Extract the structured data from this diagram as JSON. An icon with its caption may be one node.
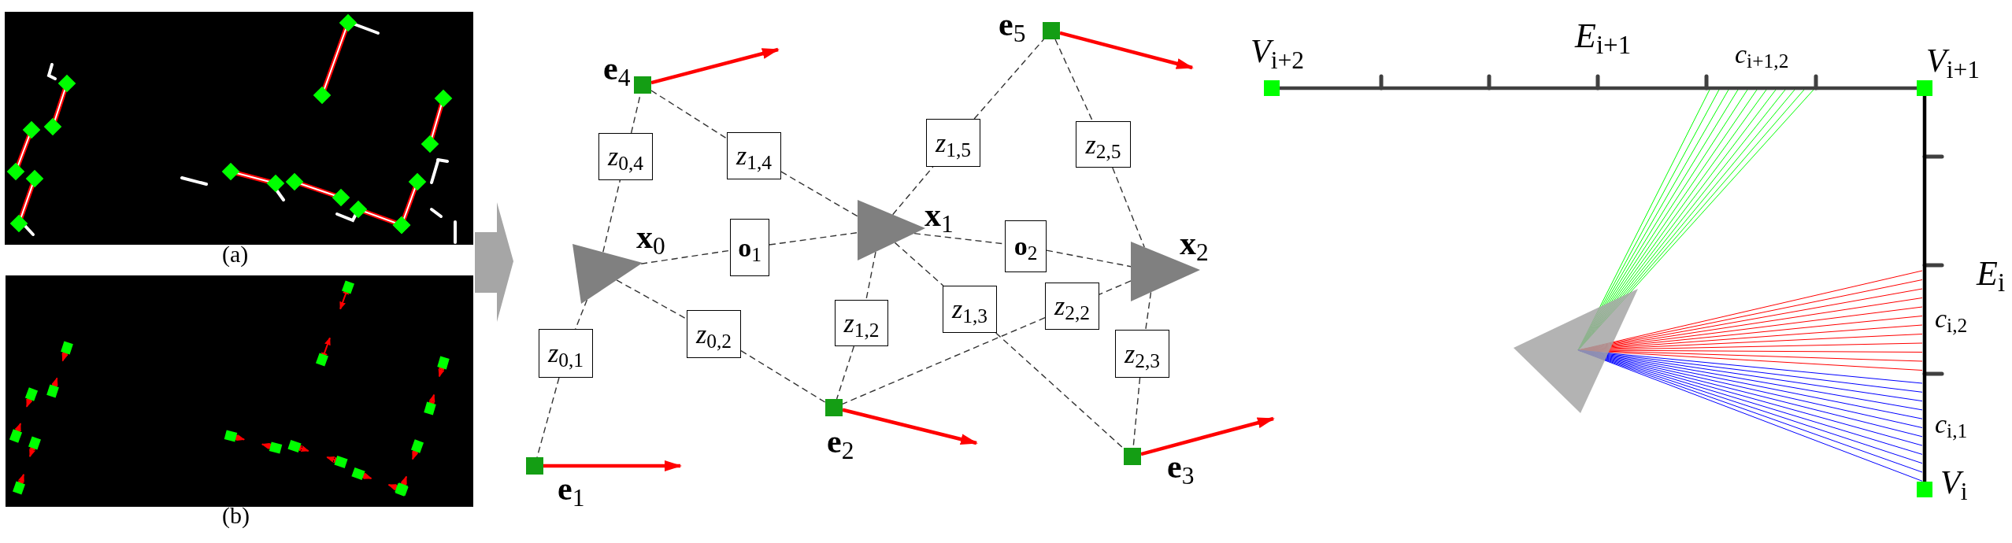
{
  "diagram": {
    "nodes": [
      {
        "text": [],
        "shape": "box",
        "beside": [
          "**e**$_{4}$"
        ]
      },
      {
        "text": [],
        "shape": "box",
        "beside": [
          "**e**$_{5}$"
        ]
      },
      {
        "text": [
          "*z*$_{0,4}$"
        ]
      },
      {
        "text": [
          "*z*$_{1,4}$"
        ]
      },
      {
        "text": [
          "*z*$_{1,5}$"
        ]
      },
      {
        "text": [
          "*z*$_{2,5}$"
        ]
      },
      {
        "text": [],
        "shape": "triangle",
        "beside": [
          "**x**$_{0}$"
        ]
      },
      {
        "text": [
          "**o**$_{1}$"
        ]
      },
      {
        "text": [],
        "shape": "triangle",
        "beside": [
          "**x**$_{1}$"
        ]
      },
      {
        "text": [
          "**o**$_{2}$"
        ]
      },
      {
        "text": [],
        "shape": "triangle",
        "beside": [
          "**x**$_{2}$"
        ]
      },
      {
        "text": [
          "*z*$_{0,1}$"
        ]
      },
      {
        "text": [
          "*z*$_{0,2}$"
        ]
      },
      {
        "text": [
          "*z*$_{1,2}$"
        ]
      },
      {
        "text": [
          "*z*$_{1,3}$"
        ]
      },
      {
        "text": [
          "*z*$_{2,2}$"
        ]
      },
      {
        "text": [
          "*z*$_{2,3}$"
        ]
      },
      {
        "text": [],
        "shape": "box",
        "beside": [
          "**e**$_{2}$"
        ]
      },
      {
        "text": [],
        "shape": "box",
        "beside": [
          "**e**$_{1}$"
        ]
      },
      {
        "text": [],
        "shape": "box",
        "beside": [
          "**e**$_{3}$"
        ]
      },
      {
        "text": [],
        "shape": "box",
        "beside": [
          "*V*$_{i+2}$"
        ]
      },
      {
        "text": [],
        "shape": "box",
        "beside": [
          "*V*$_{i+1}$"
        ]
      },
      {
        "text": [],
        "shape": "triangle"
      },
      {
        "text": [],
        "shape": "box",
        "beside": [
          "*V*$_{i}$"
        ]
      }
    ],
    "edges": [
      {
        "from": 6,
        "to": 2,
        "arrow": "none",
        "style": "dashed"
      },
      {
        "from": 2,
        "to": 0,
        "arrow": "none",
        "style": "dashed"
      },
      {
        "from": 0,
        "to": 3,
        "arrow": "none",
        "style": "dashed"
      },
      {
        "from": 3,
        "to": 8,
        "arrow": "none",
        "style": "dashed"
      },
      {
        "from": 8,
        "to": 4,
        "arrow": "none",
        "style": "dashed"
      },
      {
        "from": 4,
        "to": 1,
        "arrow": "none",
        "style": "dashed"
      },
      {
        "from": 1,
        "to": 5,
        "arrow": "none",
        "style": "dashed"
      },
      {
        "from": 5,
        "to": 10,
        "arrow": "none",
        "style": "dashed"
      },
      {
        "from": 6,
        "to": 7,
        "arrow": "none",
        "style": "dashed"
      },
      {
        "from": 7,
        "to": 8,
        "arrow": "none",
        "style": "dashed"
      },
      {
        "from": 8,
        "to": 9,
        "arrow": "none",
        "style": "dashed"
      },
      {
        "from": 9,
        "to": 10,
        "arrow": "none",
        "style": "dashed"
      },
      {
        "from": 6,
        "to": 11,
        "arrow": "none",
        "style": "dashed"
      },
      {
        "from": 11,
        "to": 18,
        "arrow": "none",
        "style": "dashed"
      },
      {
        "from": 6,
        "to": 12,
        "arrow": "none",
        "style": "dashed"
      },
      {
        "from": 12,
        "to": 17,
        "arrow": "none",
        "style": "dashed"
      },
      {
        "from": 8,
        "to": 13,
        "arrow": "none",
        "style": "dashed"
      },
      {
        "from": 13,
        "to": 17,
        "arrow": "none",
        "style": "dashed"
      },
      {
        "from": 8,
        "to": 14,
        "arrow": "none",
        "style": "dashed"
      },
      {
        "from": 14,
        "to": 19,
        "arrow": "none",
        "style": "dashed"
      },
      {
        "from": 10,
        "to": 15,
        "arrow": "none",
        "style": "dashed"
      },
      {
        "from": 15,
        "to": 17,
        "arrow": "none",
        "style": "dashed"
      },
      {
        "from": 10,
        "to": 16,
        "arrow": "none",
        "style": "dashed"
      },
      {
        "from": 16,
        "to": 19,
        "arrow": "none",
        "style": "dashed"
      },
      {
        "from": 18,
        "to": null,
        "arrow": "to",
        "color": "#ff0000"
      },
      {
        "from": 17,
        "to": null,
        "arrow": "to",
        "color": "#ff0000"
      },
      {
        "from": 19,
        "to": null,
        "arrow": "to",
        "color": "#ff0000"
      },
      {
        "from": 0,
        "to": null,
        "arrow": "to",
        "color": "#ff0000"
      },
      {
        "from": 1,
        "to": null,
        "arrow": "to",
        "color": "#ff0000"
      },
      {
        "from": 20,
        "to": 21,
        "arrow": "none",
        "color": "#404040"
      },
      {
        "from": 21,
        "to": 23,
        "arrow": "none",
        "color": "#000000"
      }
    ],
    "labels": [
      "(a)",
      "(b)",
      "*E*$_{i+1}$",
      "*c*$_{i+1,2}$",
      "*E*$_{i}$",
      "*c*$_{i,2}$",
      "*c*$_{i,1}$"
    ]
  }
}
